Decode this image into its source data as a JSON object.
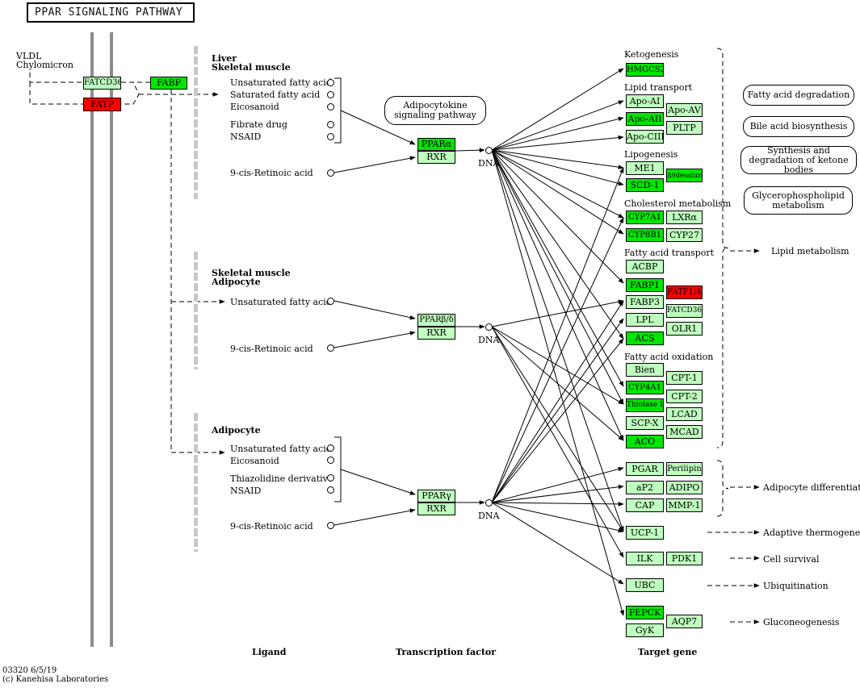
{
  "title": "PPAR SIGNALING PATHWAY",
  "colors": {
    "light_green": "#bfffbf",
    "bright_green": "#00e600",
    "red": "#ff0000",
    "membrane": "#8c8c8c",
    "dash_bar": "#c8c8c8"
  },
  "top_left": {
    "vldl": "VLDL",
    "chylomicron": "Chylomicron"
  },
  "transporters": {
    "fatcd36": "FATCD36",
    "fatp": "FATP",
    "fabp": "FABP"
  },
  "compartments": {
    "liver_1": "Liver",
    "liver_2": "Skeletal muscle",
    "adipo_1": "Skeletal muscle",
    "adipo_2": "Adipocyte",
    "gamma": "Adipocyte"
  },
  "ligands": {
    "alpha": [
      "Unsaturated fatty acid",
      "Saturated fatty acid",
      "Eicosanoid",
      "Fibrate drug",
      "NSAID"
    ],
    "alpha_rxr": "9-cis-Retinoic acid",
    "delta": [
      "Unsaturated fatty acid"
    ],
    "delta_rxr": "9-cis-Retinoic acid",
    "gamma": [
      "Unsaturated fatty acid",
      "Eicosanoid",
      "Thiazolidine derivative",
      "NSAID"
    ],
    "gamma_rxr": "9-cis-Retinoic acid"
  },
  "adipocytokine": "Adipocytokine signaling pathway",
  "tf": {
    "ppar_a": "PPARα",
    "ppar_bd": "PPARβ/δ",
    "ppar_g": "PPARγ",
    "rxr": "RXR",
    "dna": "DNA"
  },
  "target_groups": {
    "ketogenesis": "Ketogenesis",
    "lipid_transport": "Lipid transport",
    "lipogenesis": "Lipogenesis",
    "cholesterol": "Cholesterol metabolism",
    "fa_transport": "Fatty acid transport",
    "fa_oxidation": "Fatty acid oxidation"
  },
  "genes": {
    "hmgcs2": "HMGCS2",
    "apoa1": "Apo-AI",
    "apoav": "Apo-AV",
    "apoaii": "Apo-AII",
    "pltp": "PLTP",
    "apociii": "Apo-CIII",
    "me1": "ME1",
    "perilipin_scd": "Δ9desaturase",
    "scd1": "SCD-1",
    "cyp7a1": "CYP7A1",
    "lxra": "LXRα",
    "cyp8b1": "CYP8B1",
    "cyp27": "CYP27",
    "acbp": "ACBP",
    "fabp1": "FABP1",
    "fatp14": "FATP1/4",
    "fabp3": "FABP3",
    "fatcd36": "FATCD36",
    "lpl": "LPL",
    "olr1": "OLR1",
    "acs": "ACS",
    "bien": "Bien",
    "cpt1": "CPT-1",
    "cyp4a1": "CYP4A1",
    "cpt2": "CPT-2",
    "thiolaseb": "Thiolase B",
    "lcad": "LCAD",
    "scpx": "SCP-X",
    "mcad": "MCAD",
    "aco": "ACO",
    "pgar": "PGAR",
    "perilipin": "Perilipin",
    "ap2": "aP2",
    "adipo": "ADIPO",
    "cap": "CAP",
    "mmp1": "MMP-1",
    "ucp1": "UCP-1",
    "ilk": "ILK",
    "pdk1": "PDK1",
    "ubc": "UBC",
    "pepck": "PEPCK",
    "aqp7": "AQP7",
    "gyk": "GyK"
  },
  "pathways": {
    "fa_degradation": "Fatty acid degradation",
    "bile_acid": "Bile acid biosynthesis",
    "ketone": "Synthesis and degradation of ketone bodies",
    "glycero": "Glycerophospholipid metabolism"
  },
  "outcomes": {
    "lipid": "Lipid metabolism",
    "adipocyte": "Adipocyte differentiation",
    "thermo": "Adaptive thermogenesis",
    "survival": "Cell survival",
    "ubiq": "Ubiquitination",
    "gluco": "Gluconeogenesis"
  },
  "footer_labels": {
    "ligand": "Ligand",
    "tf": "Transcription factor",
    "target": "Target gene"
  },
  "credits": {
    "line1": "03320 6/5/19",
    "line2": "(c) Kanehisa Laboratories"
  }
}
